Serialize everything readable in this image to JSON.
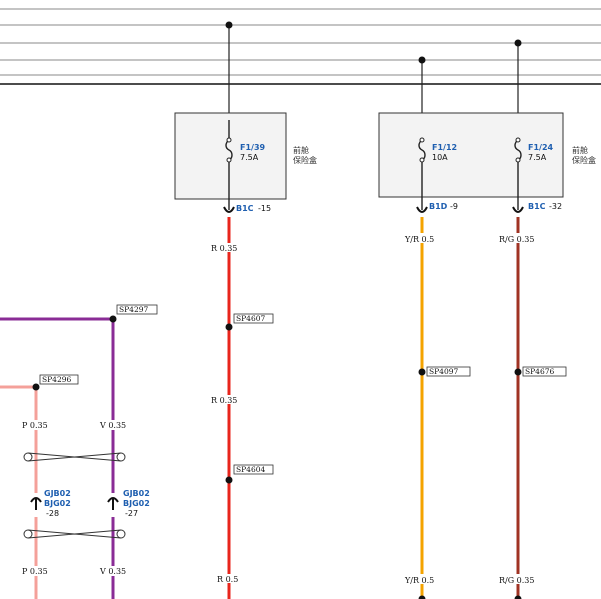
{
  "fuse_boxes": [
    {
      "box_label_line1": "前舱",
      "box_label_line2": "保险盒",
      "fuses": [
        {
          "id": "F1/39",
          "rating": "7.5A",
          "pin_connector": "B1C",
          "pin_number": "-15",
          "wire": "R 0.35"
        }
      ]
    },
    {
      "box_label_line1": "前舱",
      "box_label_line2": "保险盒",
      "fuses": [
        {
          "id": "F1/12",
          "rating": "10A",
          "pin_connector": "B1D",
          "pin_number": "-9",
          "wire": "Y/R 0.5"
        },
        {
          "id": "F1/24",
          "rating": "7.5A",
          "pin_connector": "B1C",
          "pin_number": "-32",
          "wire": "R/G 0.35"
        }
      ]
    }
  ],
  "splices": {
    "sp4607": "SP4607",
    "sp4604": "SP4604",
    "sp4097": "SP4097",
    "sp4676": "SP4676",
    "sp4297": "SP4297",
    "sp4296": "SP4296"
  },
  "wires": {
    "red_lower": "R 0.35",
    "red_bottom": "R 0.5",
    "yellow_bottom": "Y/R 0.5",
    "brown_bottom": "R/G 0.35",
    "pink_top": "P 0.35",
    "pink_bottom": "P 0.35",
    "violet_top": "V 0.35",
    "violet_bottom": "V 0.35"
  },
  "connectors": [
    {
      "line1": "GJB02",
      "line2": "BJG02",
      "pin": "-28"
    },
    {
      "line1": "GJB02",
      "line2": "BJG02",
      "pin": "-27"
    }
  ],
  "colors": {
    "red": "#e8251c",
    "yellow": "#f4a300",
    "brown": "#a03324",
    "violet": "#8a2c96",
    "pink": "#f4a09a",
    "label_blue": "#1f5fb0"
  }
}
